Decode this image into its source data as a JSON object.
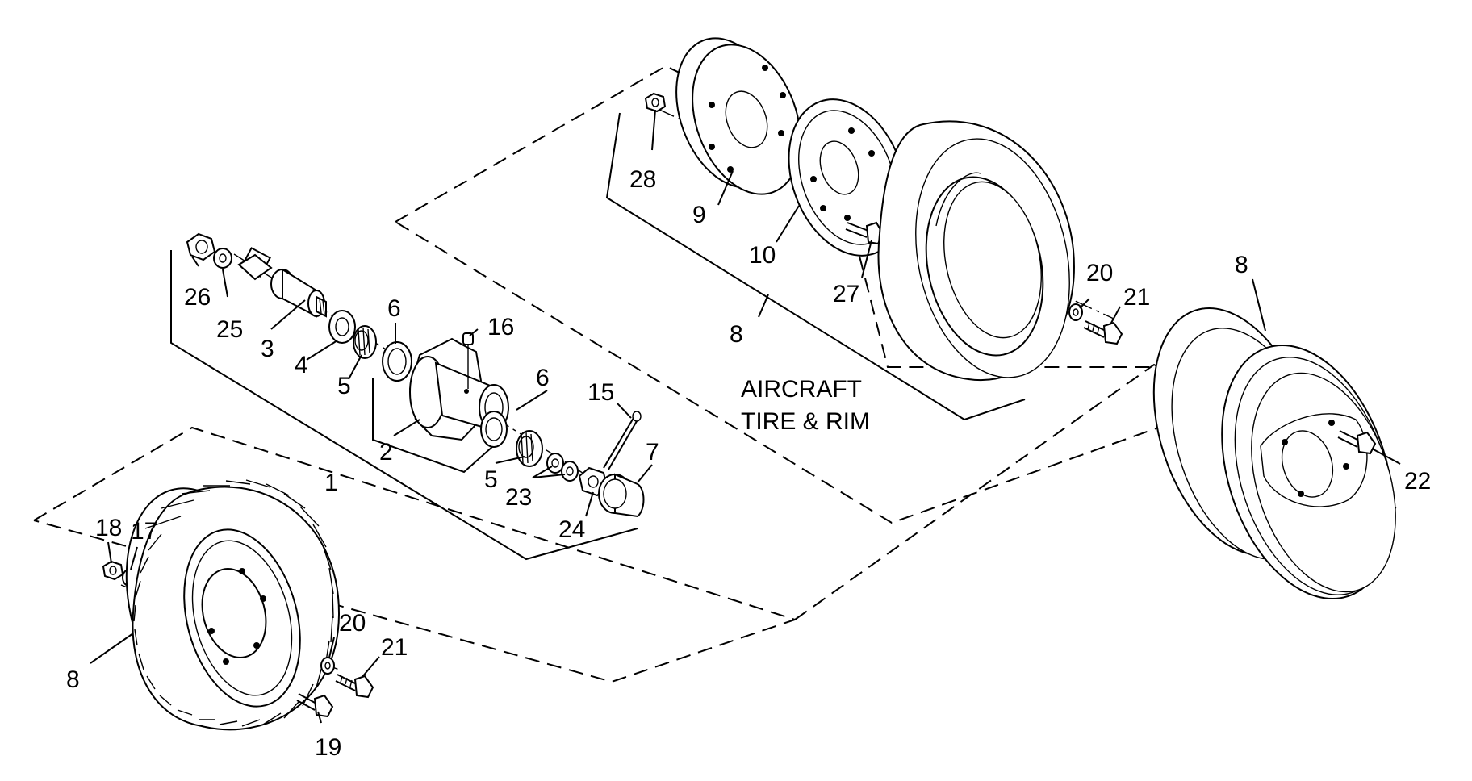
{
  "caption": {
    "line1": "AIRCRAFT",
    "line2": "TIRE & RIM"
  },
  "callouts": {
    "c1": "1",
    "c2": "2",
    "c3": "3",
    "c4": "4",
    "c5a": "5",
    "c5b": "5",
    "c6a": "6",
    "c6b": "6",
    "c7": "7",
    "c8a": "8",
    "c8b": "8",
    "c8c": "8",
    "c9": "9",
    "c10": "10",
    "c15": "15",
    "c16": "16",
    "c17": "17",
    "c18": "18",
    "c19": "19",
    "c20a": "20",
    "c20b": "20",
    "c21a": "21",
    "c21b": "21",
    "c22": "22",
    "c23": "23",
    "c24": "24",
    "c25": "25",
    "c26": "26",
    "c27": "27",
    "c28": "28"
  }
}
